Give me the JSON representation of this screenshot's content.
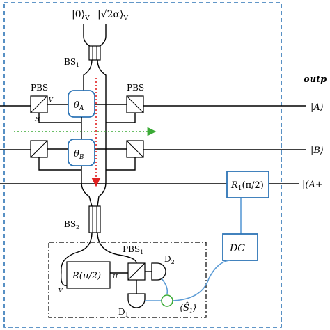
{
  "inputs": {
    "vacuum": "|0⟩",
    "vacuum_sub": "V",
    "coherent": "|√2α⟩",
    "coherent_sub": "V"
  },
  "beam_splitters": {
    "bs1": "BS",
    "bs1_sub": "1",
    "bs2": "BS",
    "bs2_sub": "2"
  },
  "pbs": {
    "left": "PBS",
    "right": "PBS",
    "detection": "PBS",
    "detection_sub": "1",
    "v_label": "V",
    "h_label": "H"
  },
  "phases": {
    "theta_a": "θ",
    "theta_a_sub": "A",
    "theta_b": "θ",
    "theta_b_sub": "B"
  },
  "outputs": {
    "header": "outp",
    "state_a": "|A⟩",
    "state_b": "|B⟩",
    "state_ab": "|(A+"
  },
  "rotator_top": {
    "label": "R",
    "sub": "1",
    "arg": "(π/2)"
  },
  "rotator_bottom": {
    "label": "R(π/2)",
    "v_label": "V",
    "h_label": "H"
  },
  "dc_label": "DC",
  "detectors": {
    "d1": "D",
    "d1_sub": "1",
    "d2": "D",
    "d2_sub": "2",
    "minus": "−"
  },
  "signal": {
    "label": "⟨Ŝ",
    "sub": "1",
    "close": "⟩"
  },
  "colors": {
    "outer_frame": "#2e75b6",
    "box_border": "#2e75b6",
    "green_arrow": "#3aaa35",
    "red_arrow": "#e02020",
    "blue_fiber": "#5b9bd5"
  }
}
